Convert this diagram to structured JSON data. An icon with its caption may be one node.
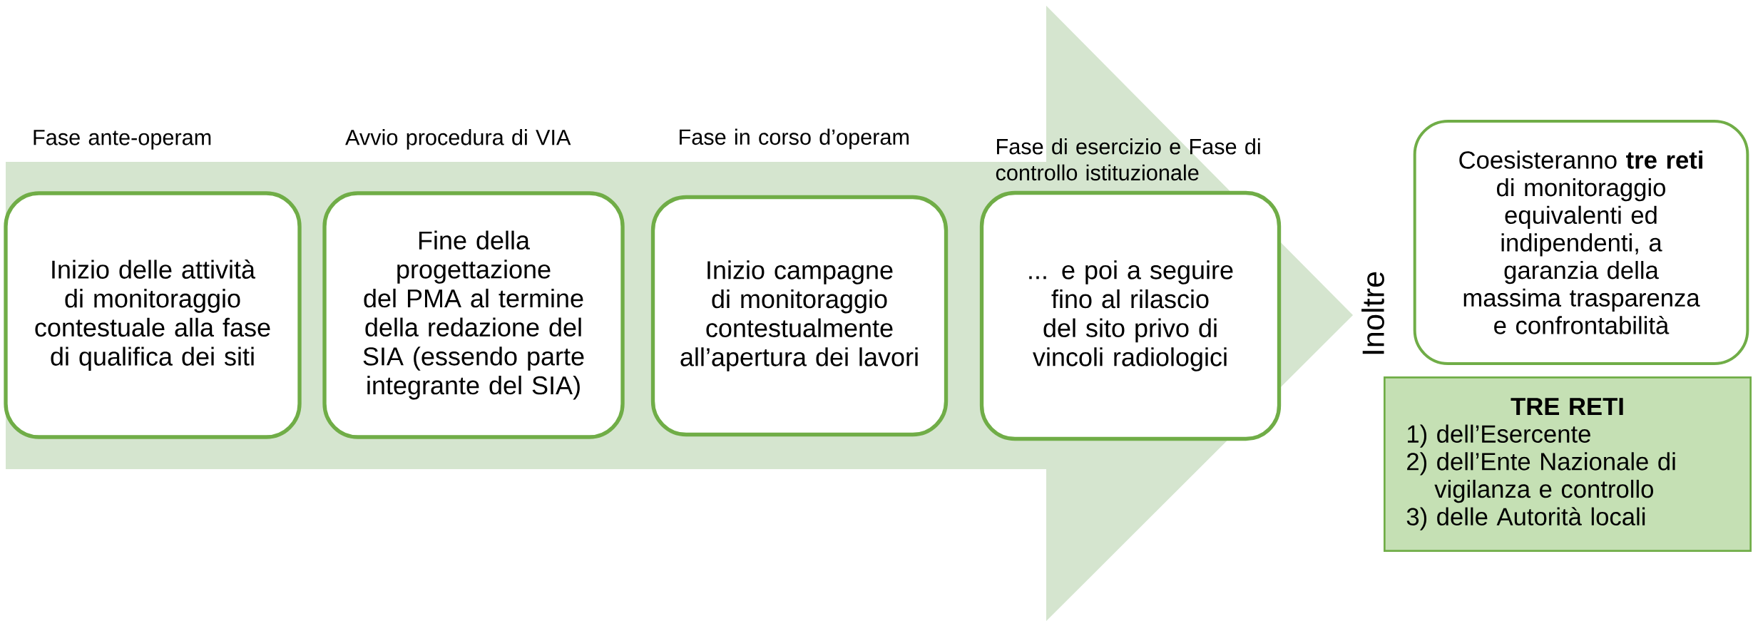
{
  "diagram": {
    "nodes": [
      {
        "text": [],
        "shape": "arrow"
      },
      {
        "text": [
          "Fase ante-operam",
          "Inizio delle attività di monitoraggio contestuale alla fase di qualifica dei siti"
        ],
        "in": 0
      },
      {
        "text": [
          "Avvio procedura di VIA",
          "Fine della progettazione del PMA al termine della redazione del SIA (essendo parte integrante del SIA)"
        ],
        "in": 0
      },
      {
        "text": [
          "Fase in corso d’operam",
          "Inizio campagne di monitoraggio contestualmente all’apertura dei lavori"
        ],
        "in": 0
      },
      {
        "text": [
          "Fase di esercizio e Fase di controllo istituzionale",
          "... e poi a seguire fino al rilascio del sito privo di vincoli radiologici"
        ],
        "in": 0
      },
      {
        "text": [
          "Coesisteranno **tre reti** di monitoraggio equivalenti ed indipendenti, a garanzia della massima trasparenza e confrontabilità"
        ]
      },
      {
        "text": [
          "TRE RETI",
          "1) dell’Esercente",
          "2) dell’Ente Nazionale di vigilanza e controllo",
          "3) delle Autorità locali"
        ]
      }
    ],
    "labels": [
      "Inoltre"
    ]
  }
}
